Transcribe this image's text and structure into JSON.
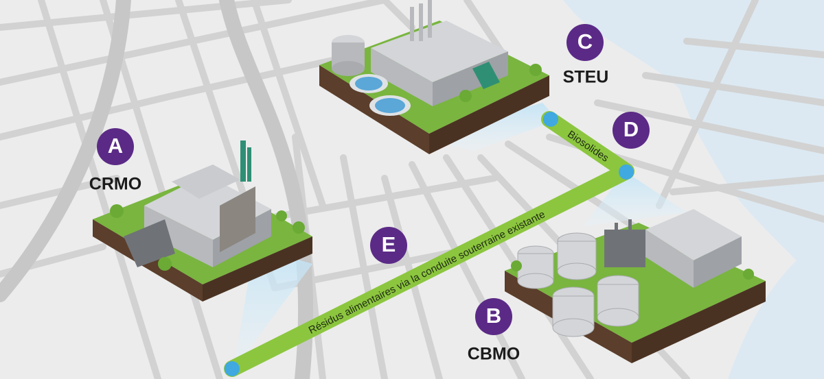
{
  "markers": {
    "a": {
      "letter": "A",
      "name": "CRMO"
    },
    "b": {
      "letter": "B",
      "name": "CBMO"
    },
    "c": {
      "letter": "C",
      "name": "STEU"
    },
    "d": {
      "letter": "D"
    },
    "e": {
      "letter": "E"
    }
  },
  "routes": {
    "biosolids": "Biosolides",
    "food_waste": "Résidus alimentaires via la conduite souterraine existante"
  },
  "colors": {
    "badge": "#5b2a86",
    "route": "#8cc63f",
    "water": "#dce9f2",
    "ground": "#ececec",
    "streets": "#d2d2d2",
    "grass": "#79b53f",
    "soil": "#5b3e2b",
    "node": "#3fa9e0"
  }
}
